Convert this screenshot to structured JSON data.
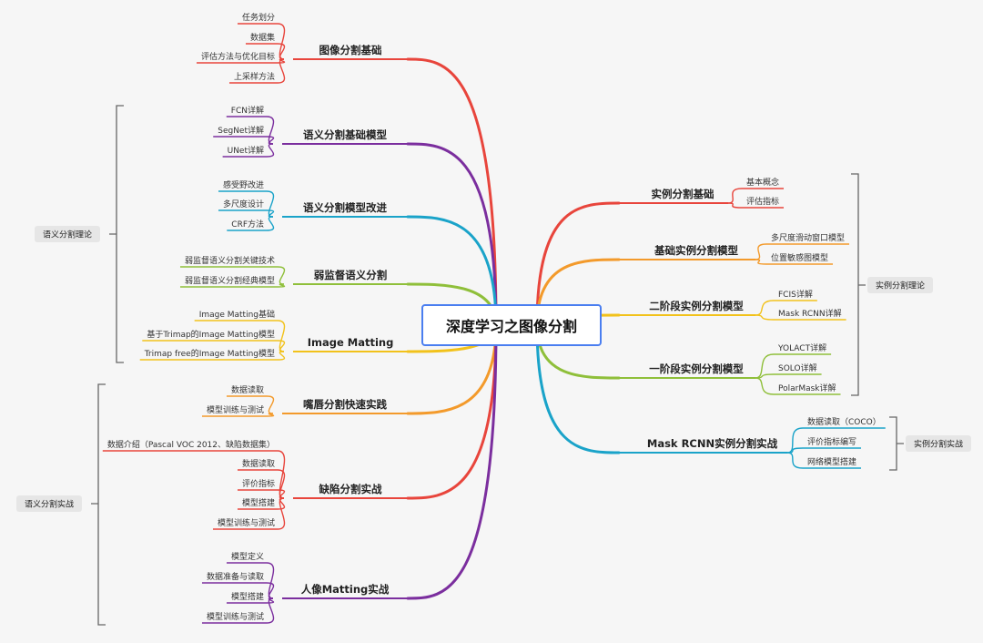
{
  "central": "深度学习之图像分割",
  "colors": {
    "red": "#e8453c",
    "purple": "#7b2e9e",
    "cyan": "#1aa3c9",
    "green": "#8fbf3a",
    "yellow": "#f2c21b",
    "orange": "#f39a2b",
    "bracket": "#666666"
  },
  "left": [
    {
      "title": "图像分割基础",
      "color": "red",
      "children": [
        "任务划分",
        "数据集",
        "评估方法与优化目标",
        "上采样方法"
      ]
    },
    {
      "title": "语义分割基础模型",
      "color": "purple",
      "children": [
        "FCN详解",
        "SegNet详解",
        "UNet详解"
      ]
    },
    {
      "title": "语义分割模型改进",
      "color": "cyan",
      "children": [
        "感受野改进",
        "多尺度设计",
        "CRF方法"
      ]
    },
    {
      "title": "弱监督语义分割",
      "color": "green",
      "children": [
        "弱监督语义分割关键技术",
        "弱监督语义分割经典模型"
      ]
    },
    {
      "title": "Image Matting",
      "color": "yellow",
      "children": [
        "Image Matting基础",
        "基于Trimap的Image Matting模型",
        "Trimap free的Image Matting模型"
      ]
    },
    {
      "title": "嘴唇分割快速实践",
      "color": "orange",
      "children": [
        "数据读取",
        "模型训练与测试"
      ]
    },
    {
      "title": "缺陷分割实战",
      "color": "red",
      "children": [
        "数据介绍（Pascal VOC 2012、缺陷数据集）",
        "数据读取",
        "评价指标",
        "模型搭建",
        "模型训练与测试"
      ]
    },
    {
      "title": "人像Matting实战",
      "color": "purple",
      "children": [
        "模型定义",
        "数据准备与读取",
        "模型搭建",
        "模型训练与测试"
      ]
    }
  ],
  "right": [
    {
      "title": "实例分割基础",
      "color": "red",
      "children": [
        "基本概念",
        "评估指标"
      ]
    },
    {
      "title": "基础实例分割模型",
      "color": "orange",
      "children": [
        "多尺度滑动窗口模型",
        "位置敏感图模型"
      ]
    },
    {
      "title": "二阶段实例分割模型",
      "color": "yellow",
      "children": [
        "FCIS详解",
        "Mask RCNN详解"
      ]
    },
    {
      "title": "一阶段实例分割模型",
      "color": "green",
      "children": [
        "YOLACT详解",
        "SOLO详解",
        "PolarMask详解"
      ]
    },
    {
      "title": "Mask RCNN实例分割实战",
      "color": "cyan",
      "children": [
        "数据读取（COCO）",
        "评价指标编写",
        "网络模型搭建"
      ]
    }
  ],
  "groups": [
    {
      "label": "语义分割理论",
      "side": "left"
    },
    {
      "label": "语义分割实战",
      "side": "left"
    },
    {
      "label": "实例分割理论",
      "side": "right"
    },
    {
      "label": "实例分割实战",
      "side": "right"
    }
  ]
}
